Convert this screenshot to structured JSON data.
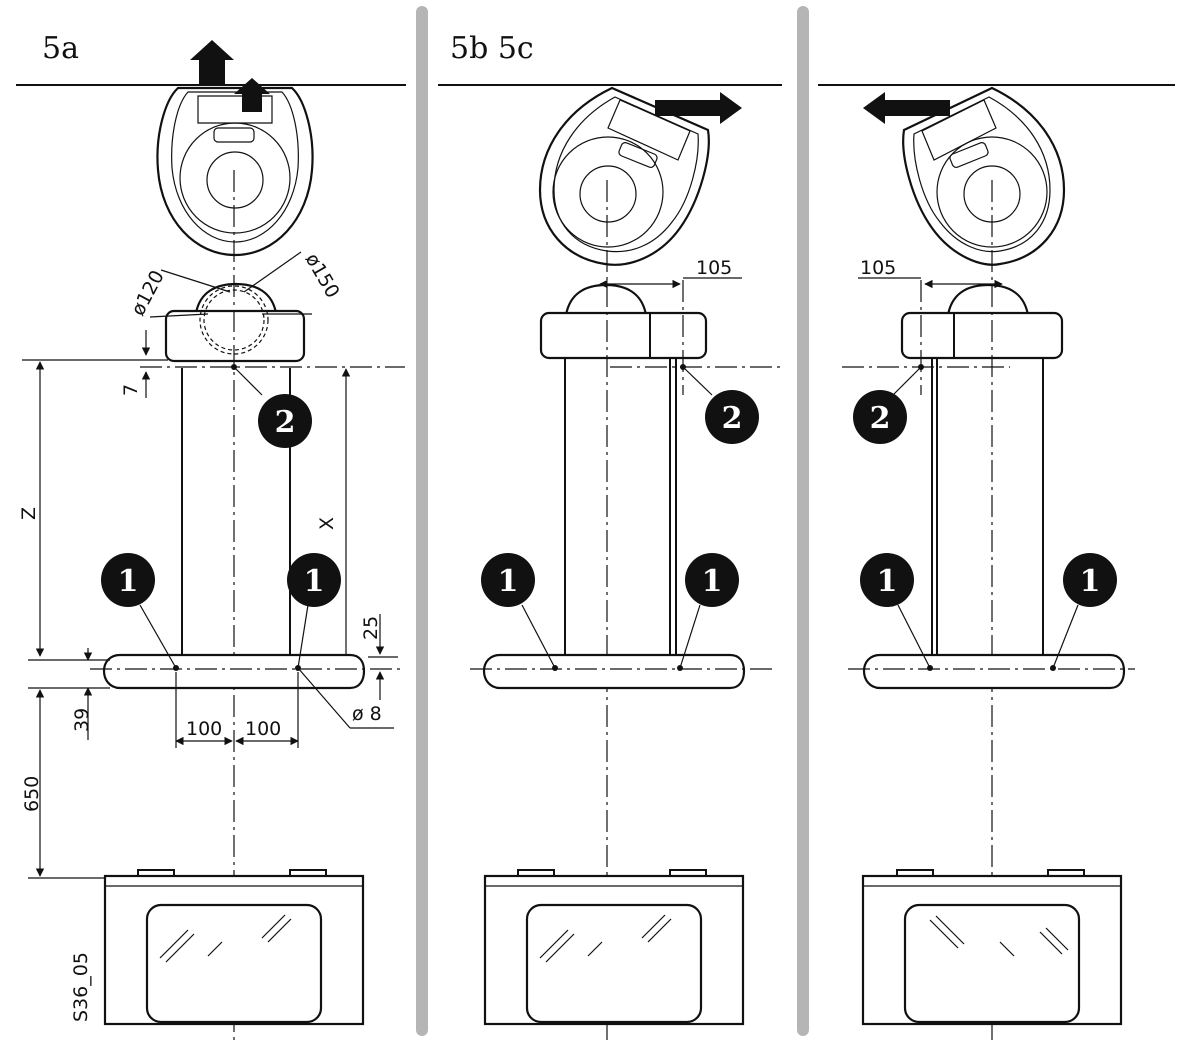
{
  "panels": [
    {
      "label": "5a"
    },
    {
      "label": "5b 5c"
    },
    {
      "label": ""
    }
  ],
  "dimensions": {
    "d120": "ø120",
    "d150": "ø150",
    "seven": "7",
    "z": "Z",
    "x": "X",
    "twentyfive": "25",
    "d8": "ø 8",
    "thirtynine": "39",
    "hundred_left": "100",
    "hundred_right": "100",
    "sixfifty": "650",
    "offset_right": "105",
    "offset_left": "105"
  },
  "callouts": {
    "one": "1",
    "two": "2"
  },
  "figure_id": "S36_05",
  "colors": {
    "ink": "#111111",
    "divider": "#b5b5b5",
    "background": "#ffffff"
  }
}
